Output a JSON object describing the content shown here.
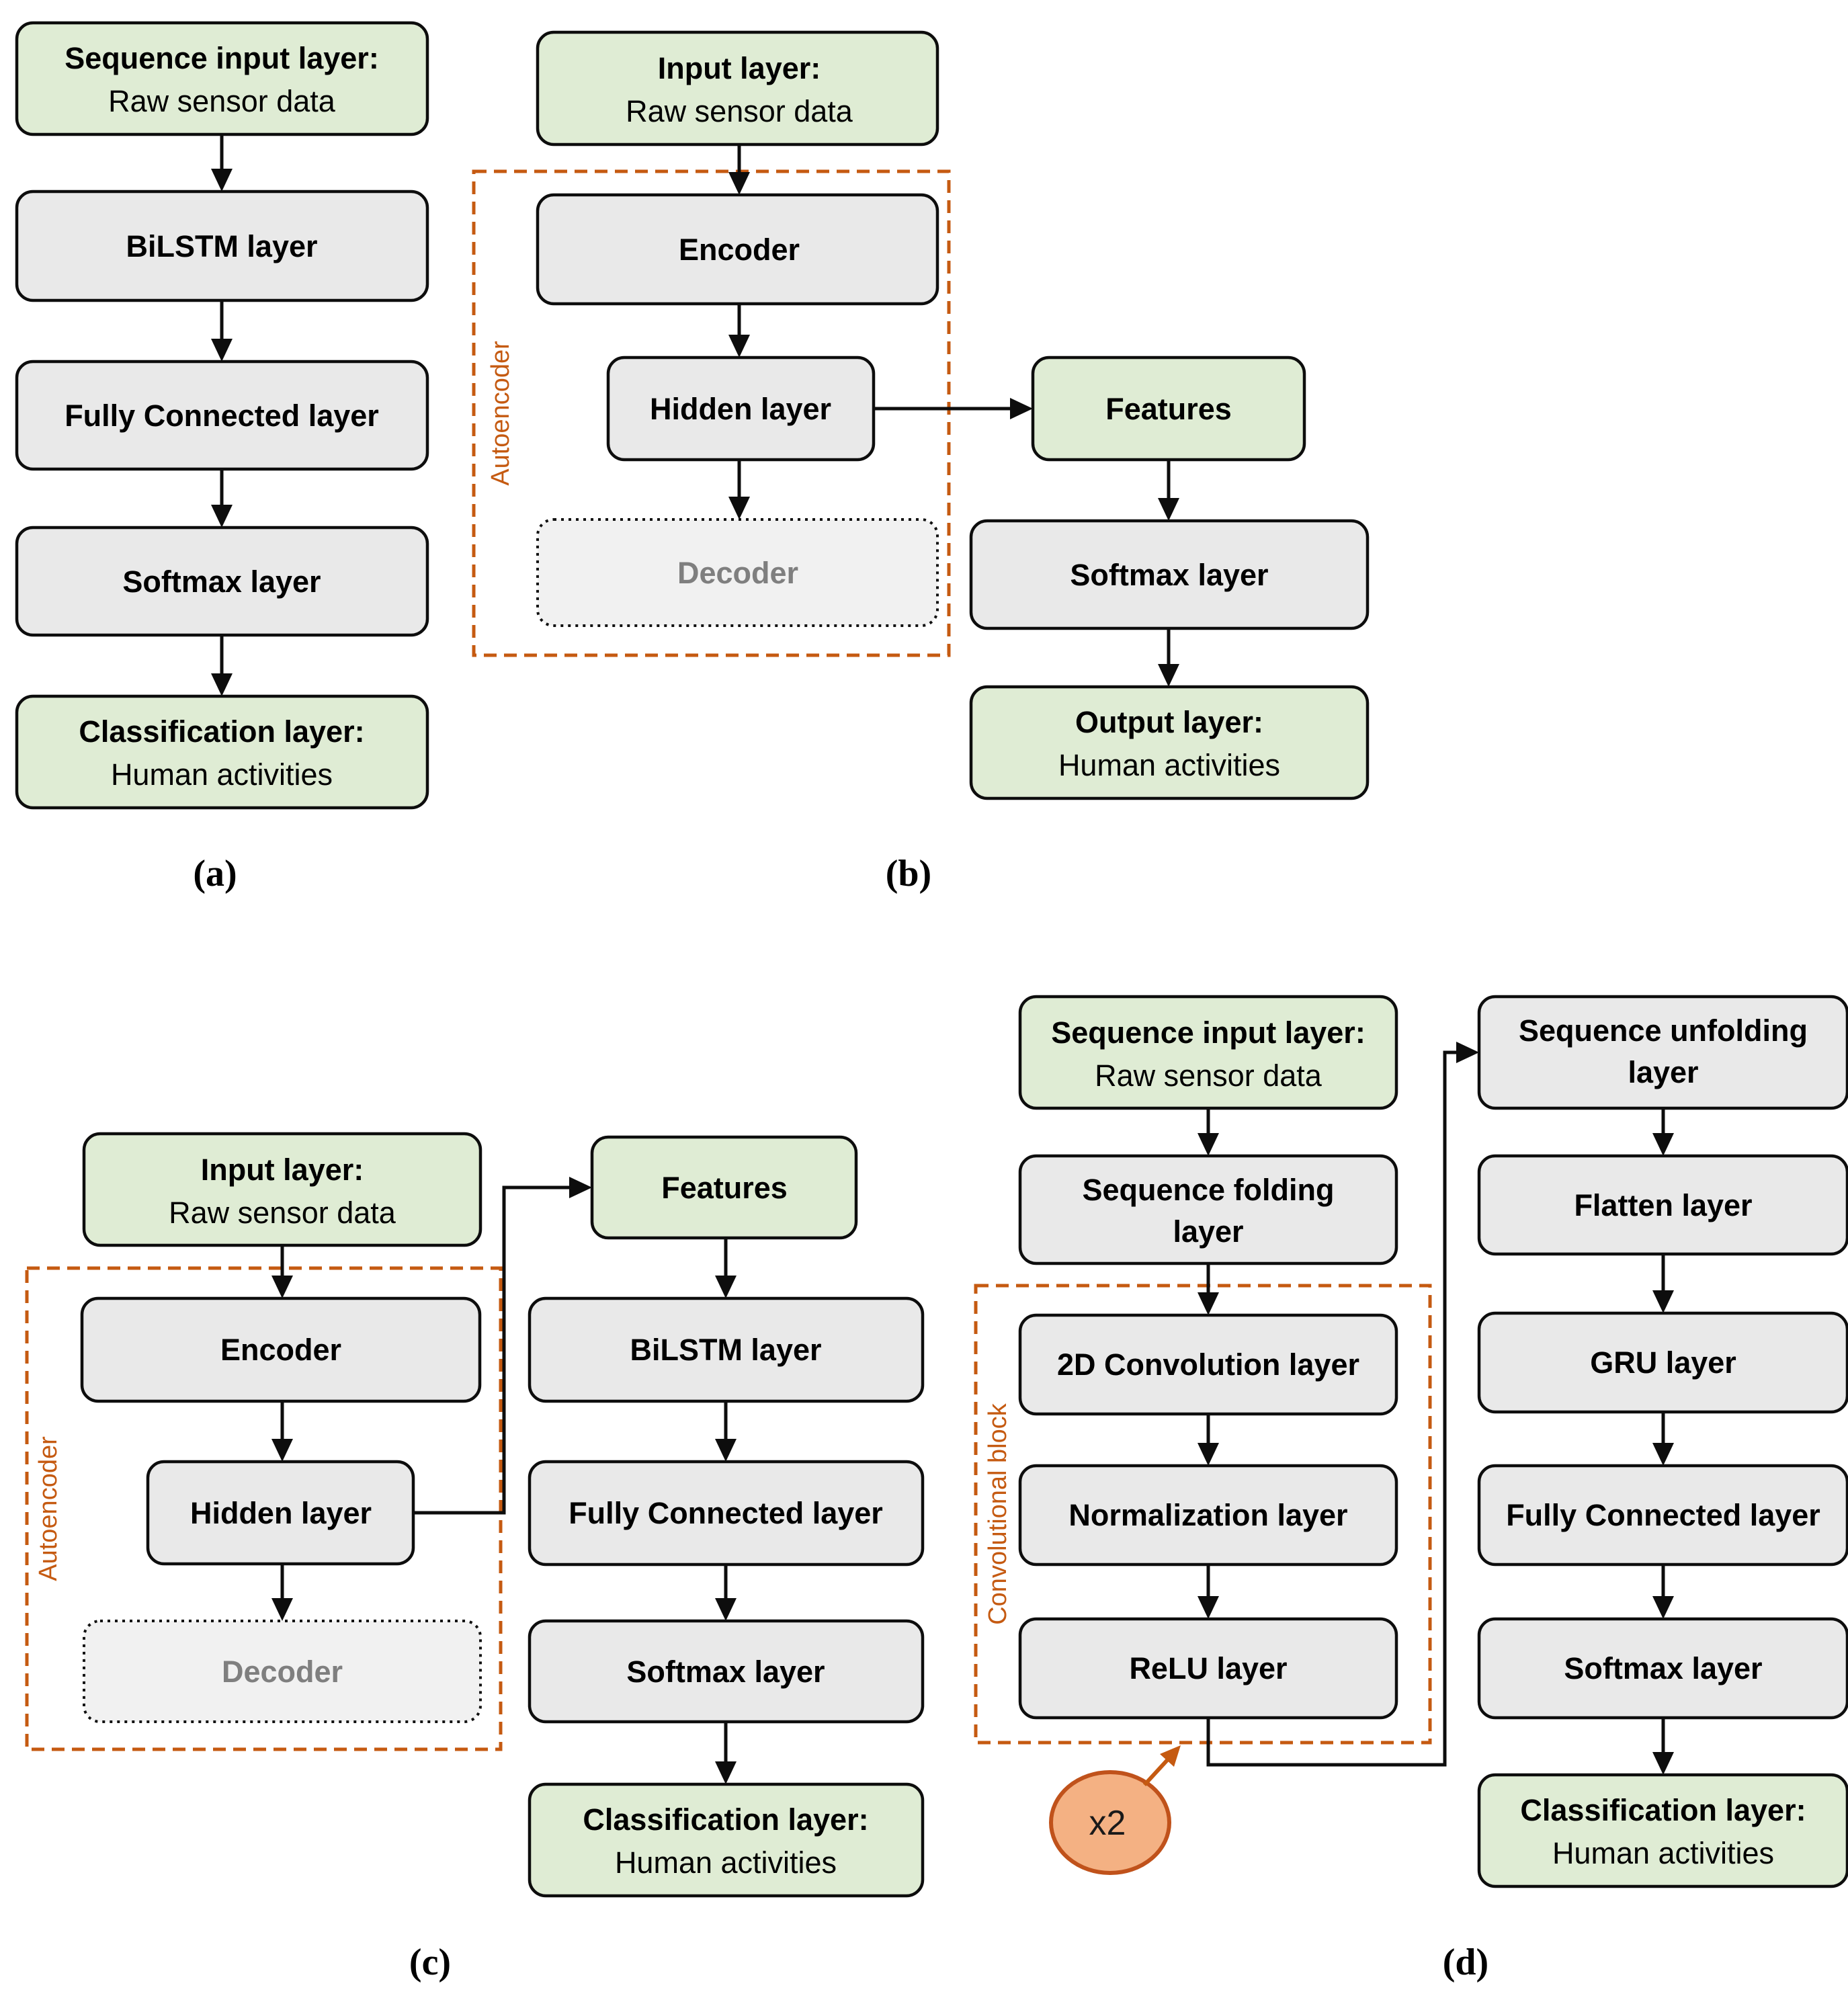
{
  "figure": {
    "description": "Four neural network architecture flowcharts for human activity recognition",
    "colors": {
      "input_output_fill": "#dfecd4",
      "layer_fill": "#e9e9e9",
      "decoder_fill": "#f1f1f1",
      "outline": "#0d0d0d",
      "accent_orange": "#c55a11",
      "badge_fill": "#f4b183",
      "decoder_text": "#7f7f7f"
    },
    "panels": {
      "a": {
        "label": "(a)",
        "nodes": {
          "input1": "Sequence input layer:",
          "input2": "Raw sensor data",
          "bilstm": "BiLSTM layer",
          "fc": "Fully Connected layer",
          "softmax": "Softmax layer",
          "cls1": "Classification layer:",
          "cls2": "Human activities"
        }
      },
      "b": {
        "label": "(b)",
        "group": "Autoencoder",
        "nodes": {
          "input1": "Input layer:",
          "input2": "Raw sensor data",
          "encoder": "Encoder",
          "hidden": "Hidden layer",
          "decoder": "Decoder",
          "features": "Features",
          "softmax": "Softmax layer",
          "out1": "Output layer:",
          "out2": "Human activities"
        }
      },
      "c": {
        "label": "(c)",
        "group": "Autoencoder",
        "nodes": {
          "input1": "Input layer:",
          "input2": "Raw sensor data",
          "encoder": "Encoder",
          "hidden": "Hidden layer",
          "decoder": "Decoder",
          "features": "Features",
          "bilstm": "BiLSTM layer",
          "fc": "Fully Connected layer",
          "softmax": "Softmax layer",
          "cls1": "Classification layer:",
          "cls2": "Human activities"
        }
      },
      "d": {
        "label": "(d)",
        "group": "Convolutional block",
        "badge": "x2",
        "nodes": {
          "input1": "Sequence input layer:",
          "input2": "Raw sensor data",
          "fold1": "Sequence folding",
          "fold2": "layer",
          "conv": "2D Convolution layer",
          "norm": "Normalization layer",
          "relu": "ReLU layer",
          "unfold1": "Sequence unfolding",
          "unfold2": "layer",
          "flatten": "Flatten layer",
          "gru": "GRU layer",
          "fc": "Fully Connected layer",
          "softmax": "Softmax layer",
          "cls1": "Classification layer:",
          "cls2": "Human activities"
        }
      }
    }
  }
}
